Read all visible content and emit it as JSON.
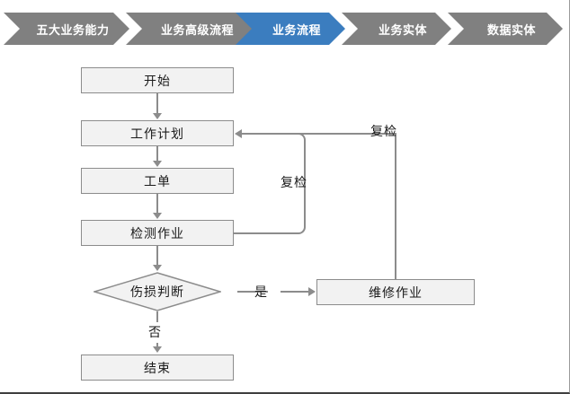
{
  "breadcrumb": {
    "items": [
      {
        "label": "五大业务能力",
        "active": false
      },
      {
        "label": "业务高级流程",
        "active": false
      },
      {
        "label": "业务流程",
        "active": true
      },
      {
        "label": "业务实体",
        "active": false
      },
      {
        "label": "数据实体",
        "active": false
      }
    ],
    "colors": {
      "inactive": "#808080",
      "active": "#3B7DBF",
      "text": "#FFFFFF"
    }
  },
  "flowchart": {
    "title": "业务流程",
    "colors": {
      "node_fill": "#F2F2F2",
      "node_border": "#8C8C8C",
      "connector": "#8C8C8C",
      "text": "#1A1A1A"
    },
    "nodes": [
      {
        "id": "start",
        "label": "开始",
        "shape": "rect"
      },
      {
        "id": "work_plan",
        "label": "工作计划",
        "shape": "rect"
      },
      {
        "id": "work_order",
        "label": "工单",
        "shape": "rect"
      },
      {
        "id": "inspection",
        "label": "检测作业",
        "shape": "rect"
      },
      {
        "id": "decision",
        "label": "伤损判断",
        "shape": "diamond"
      },
      {
        "id": "repair",
        "label": "维修作业",
        "shape": "rect"
      },
      {
        "id": "end",
        "label": "结束",
        "shape": "rect"
      }
    ],
    "edge_labels": {
      "recheck_inner": "复检",
      "recheck_outer": "复检",
      "yes": "是",
      "no": "否"
    }
  }
}
